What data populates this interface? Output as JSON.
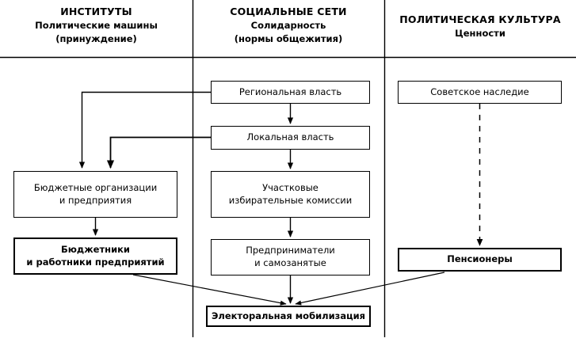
{
  "diagram": {
    "title_columns": [
      {
        "id": "institutions",
        "line1": "ИНСТИТУТЫ",
        "line2": "Политические машины",
        "line3": "(принуждение)"
      },
      {
        "id": "social-networks",
        "line1": "СОЦИАЛЬНЫЕ СЕТИ",
        "line2": "Солидарность",
        "line3": "(нормы общежития)"
      },
      {
        "id": "political-culture",
        "line1": "ПОЛИТИЧЕСКАЯ КУЛЬТУРА",
        "line2": "Ценности",
        "line3": ""
      }
    ],
    "nodes": [
      {
        "id": "regional-power",
        "label": "Региональная власть",
        "column": "social-networks",
        "bold": false
      },
      {
        "id": "local-power",
        "label": "Локальная власть",
        "column": "social-networks",
        "bold": false
      },
      {
        "id": "precinct-commissions",
        "label": "Участковые\nизбирательные комиссии",
        "column": "social-networks",
        "bold": false
      },
      {
        "id": "entrepreneurs",
        "label": "Предприниматели\nи самозанятые",
        "column": "social-networks",
        "bold": false
      },
      {
        "id": "budget-organizations",
        "label": "Бюджетные организации\nи предприятия",
        "column": "institutions",
        "bold": false
      },
      {
        "id": "budget-workers",
        "label": "Бюджетники\nи работники предприятий",
        "column": "institutions",
        "bold": true
      },
      {
        "id": "soviet-legacy",
        "label": "Советское наследие",
        "column": "political-culture",
        "bold": false
      },
      {
        "id": "pensioners",
        "label": "Пенсионеры",
        "column": "political-culture",
        "bold": true
      },
      {
        "id": "electoral-mobilization",
        "label": "Электоральная мобилизация",
        "column": "social-networks",
        "bold": true
      }
    ],
    "edges": [
      {
        "id": "regional-to-budget-orgs",
        "from": "regional-power",
        "to": "budget-organizations",
        "style": "solid",
        "shape": "elbow"
      },
      {
        "id": "local-to-budget-orgs",
        "from": "local-power",
        "to": "budget-organizations",
        "style": "solid",
        "shape": "elbow"
      },
      {
        "id": "regional-to-local",
        "from": "regional-power",
        "to": "local-power",
        "style": "solid",
        "shape": "straight"
      },
      {
        "id": "local-to-commissions",
        "from": "local-power",
        "to": "precinct-commissions",
        "style": "solid",
        "shape": "straight"
      },
      {
        "id": "commissions-to-entrepreneurs",
        "from": "precinct-commissions",
        "to": "entrepreneurs",
        "style": "solid",
        "shape": "straight"
      },
      {
        "id": "entrepreneurs-to-mobilization",
        "from": "entrepreneurs",
        "to": "electoral-mobilization",
        "style": "solid",
        "shape": "straight"
      },
      {
        "id": "budget-orgs-to-workers",
        "from": "budget-organizations",
        "to": "budget-workers",
        "style": "solid",
        "shape": "straight"
      },
      {
        "id": "workers-to-mobilization",
        "from": "budget-workers",
        "to": "electoral-mobilization",
        "style": "solid",
        "shape": "diagonal"
      },
      {
        "id": "pensioners-to-mobilization",
        "from": "pensioners",
        "to": "electoral-mobilization",
        "style": "solid",
        "shape": "diagonal"
      },
      {
        "id": "legacy-to-pensioners",
        "from": "soviet-legacy",
        "to": "pensioners",
        "style": "dashed",
        "shape": "straight"
      }
    ],
    "colors": {
      "line": "#000000",
      "background": "#ffffff",
      "text": "#000000"
    }
  }
}
